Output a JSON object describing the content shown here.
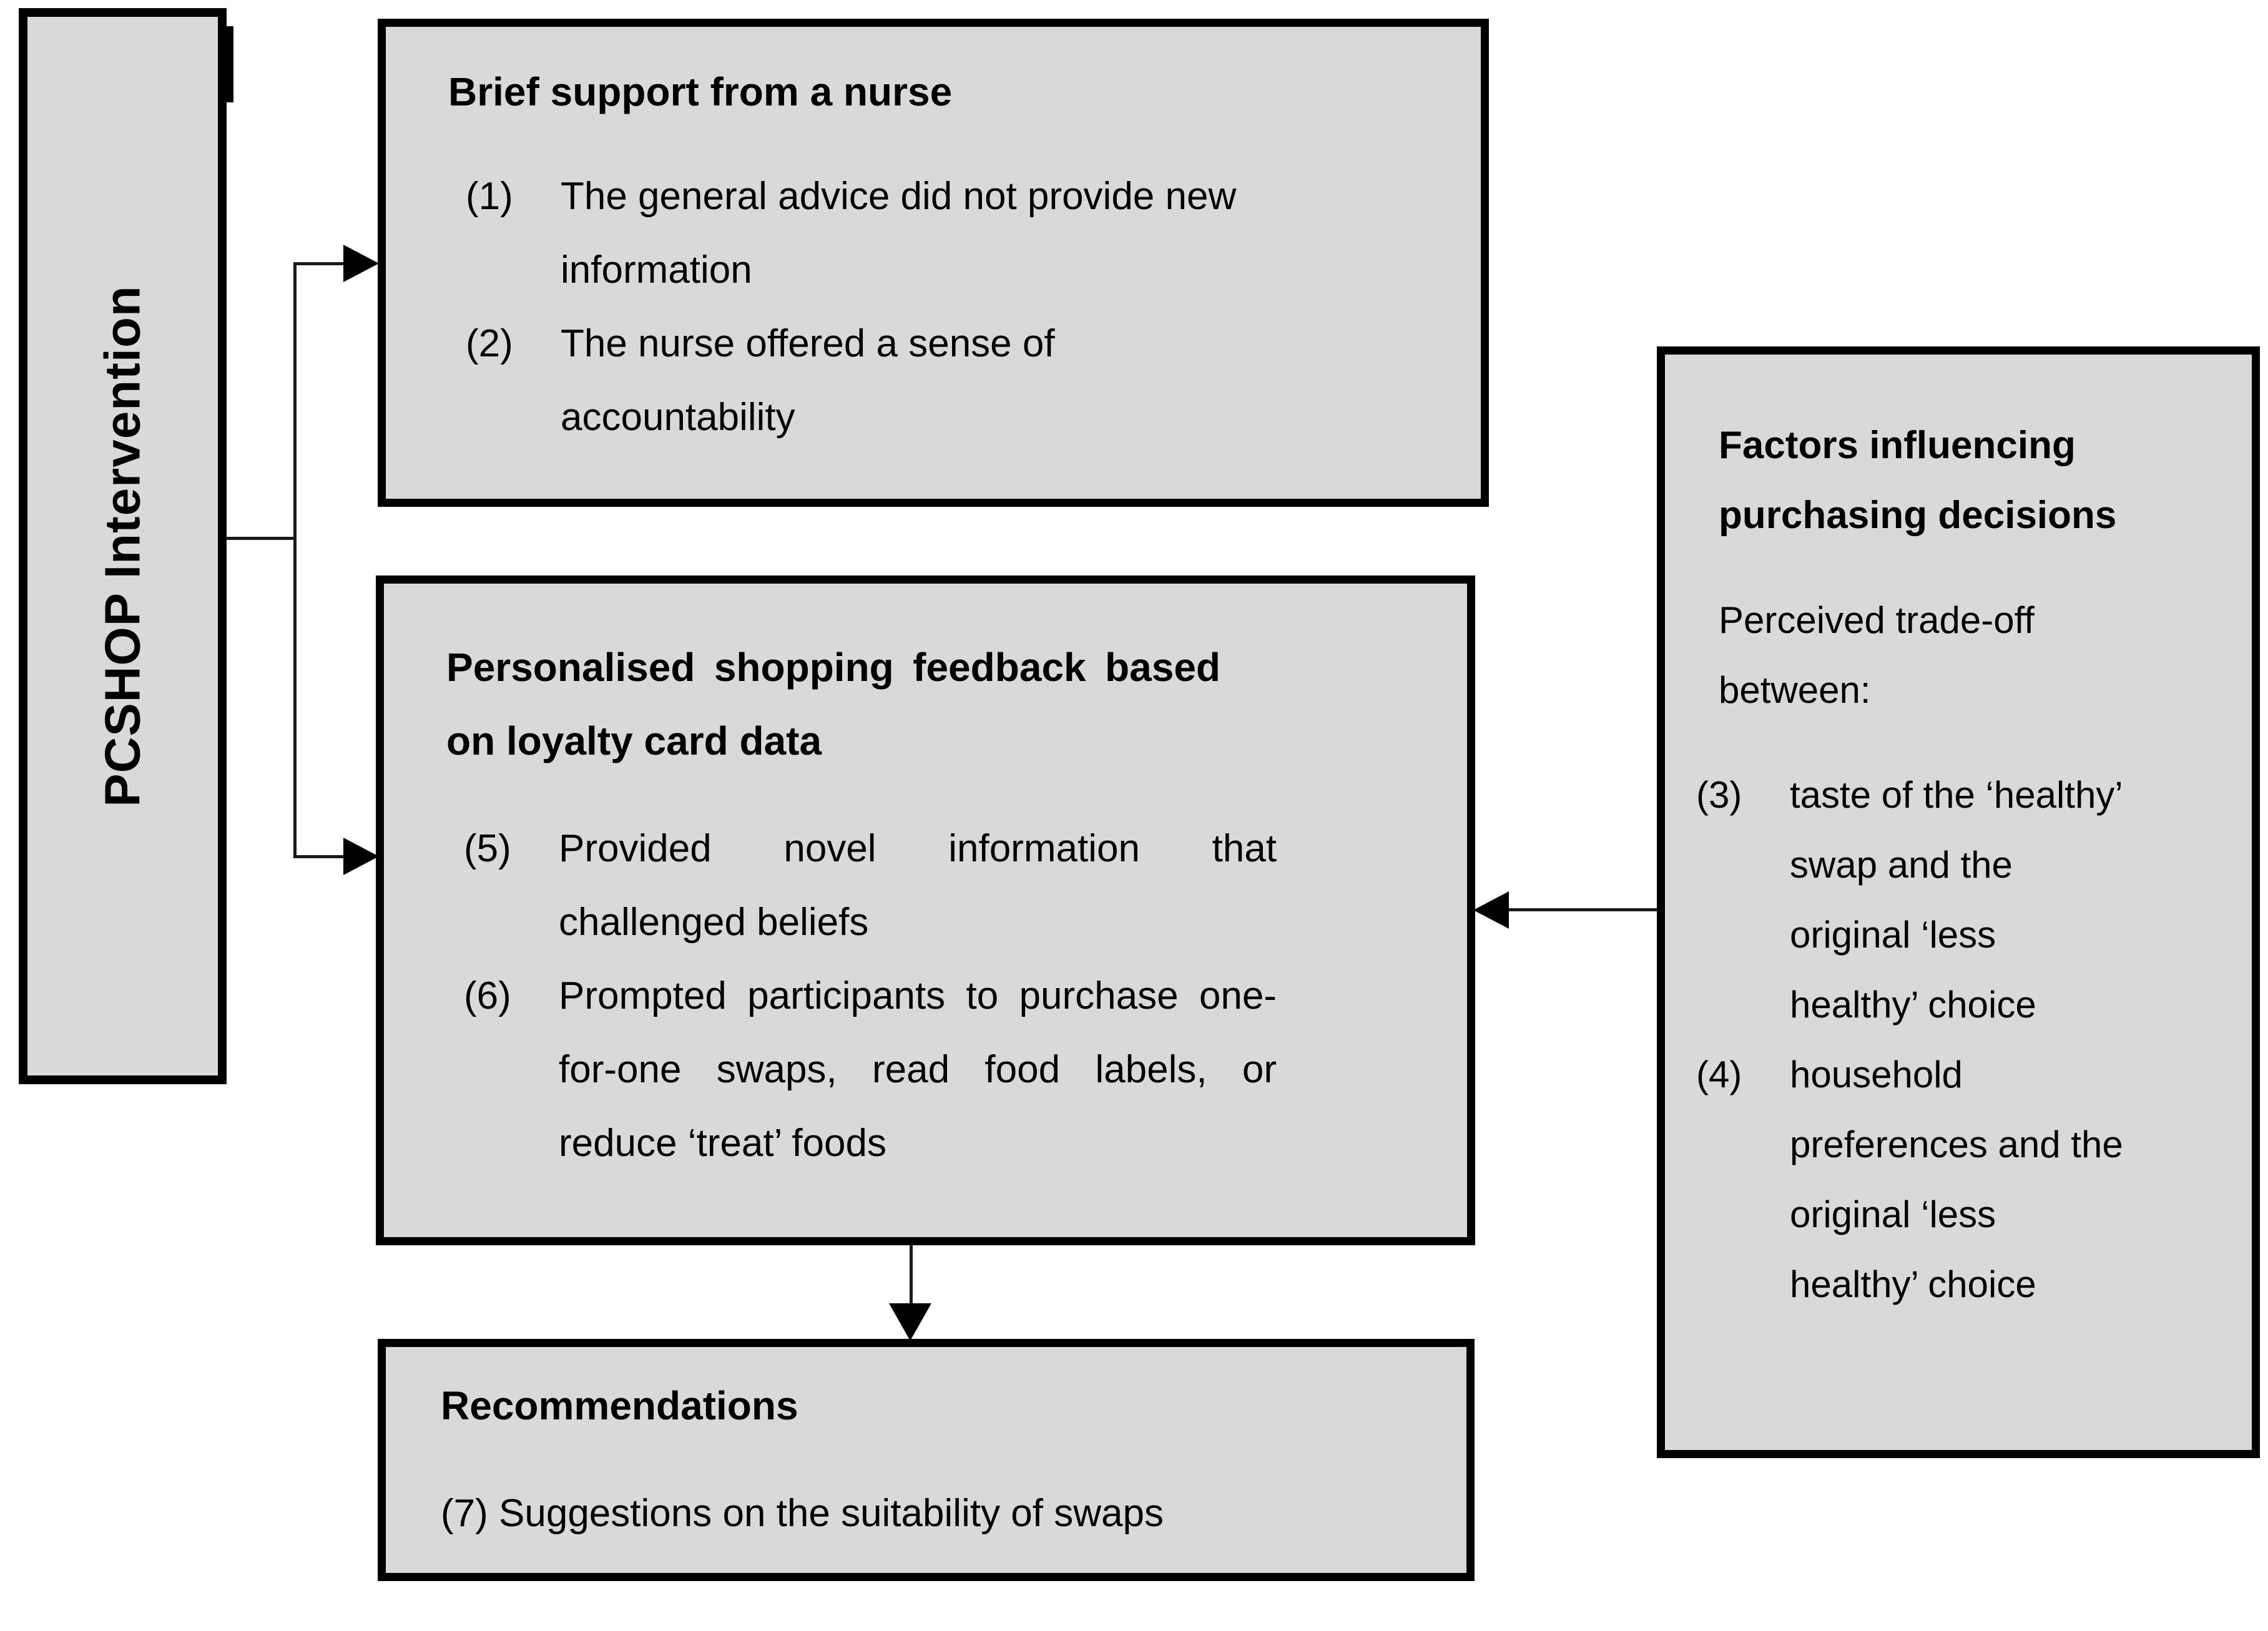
{
  "colors": {
    "background": "#ffffff",
    "box_fill": "#d9d9d9",
    "box_border": "#000000",
    "connector": "#1a1a1a"
  },
  "pcshop": {
    "label": "PCSHOP Intervention"
  },
  "nurse_box": {
    "title": "Brief support from a nurse",
    "items": [
      {
        "num": "(1)",
        "text": "The general advice did not provide new information"
      },
      {
        "num": "(2)",
        "text": "The nurse offered a sense of accountability"
      }
    ]
  },
  "feedback_box": {
    "title": "Personalised shopping feedback based on loyalty card data",
    "items": [
      {
        "num": "(5)",
        "text": "Provided novel information that challenged beliefs"
      },
      {
        "num": "(6)",
        "text": "Prompted participants to purchase one-for-one swaps, read food labels, or reduce ‘treat’ foods"
      }
    ]
  },
  "recommendations_box": {
    "title": "Recommendations",
    "item": "(7) Suggestions on the suitability of swaps"
  },
  "factors_box": {
    "title": "Factors influencing purchasing decisions",
    "subtitle": "Perceived trade-off between:",
    "items": [
      {
        "num": "(3)",
        "text": "taste of the ‘healthy’ swap and the original ‘less healthy’ choice"
      },
      {
        "num": "(4)",
        "text": "household preferences and the original ‘less healthy’ choice"
      }
    ]
  }
}
